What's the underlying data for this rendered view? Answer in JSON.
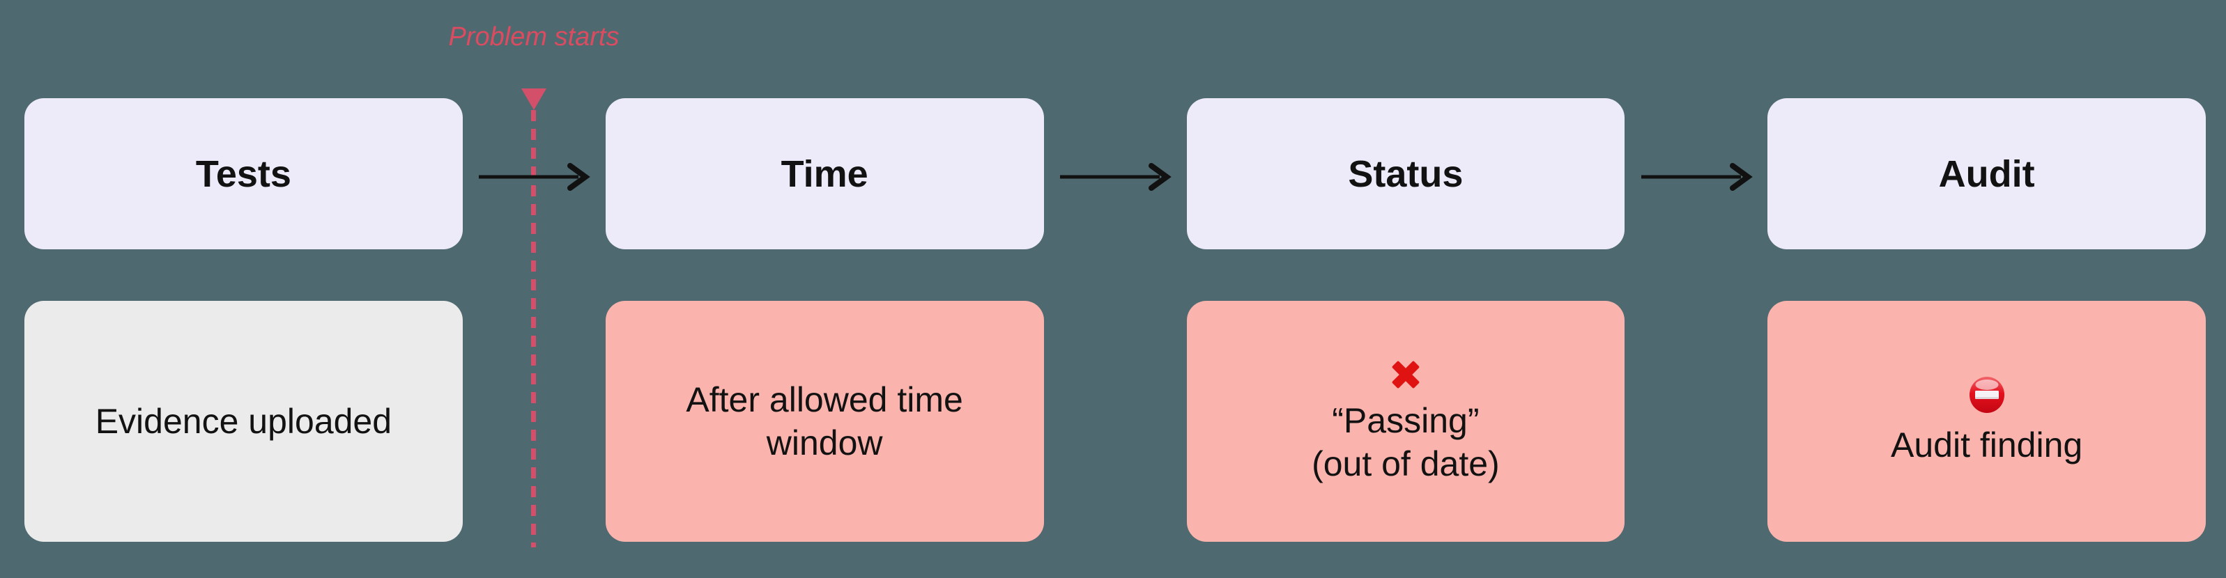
{
  "background_color": "#4E6A70",
  "marker": {
    "label": "Problem starts",
    "line_color": "#D4506A",
    "label_color": "#DC4B60"
  },
  "flow": {
    "columns": [
      {
        "header": "Tests",
        "detail": {
          "text": "Evidence uploaded",
          "variant": "neutral",
          "icon": null
        }
      },
      {
        "header": "Time",
        "detail": {
          "text": "After allowed time window",
          "variant": "problem",
          "icon": null
        }
      },
      {
        "header": "Status",
        "detail": {
          "line1": "“Passing”",
          "line2": "(out of date)",
          "variant": "problem",
          "icon": "cross-mark-icon"
        }
      },
      {
        "header": "Audit",
        "detail": {
          "text": "Audit finding",
          "variant": "problem",
          "icon": "no-entry-icon"
        }
      }
    ]
  },
  "colors": {
    "header_box": "#EDEAF9",
    "neutral_box": "#EBEBEB",
    "problem_box": "#FBB4AD",
    "arrow": "#111111",
    "cross_mark": "#E01313",
    "no_entry_red": "#D40A16",
    "text": "#121212"
  }
}
